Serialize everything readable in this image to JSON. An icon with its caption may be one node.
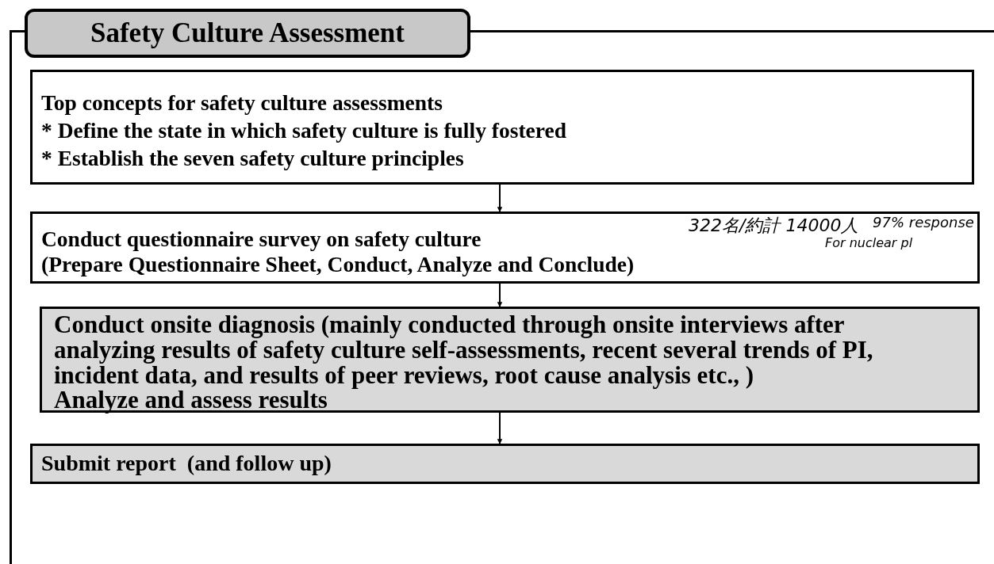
{
  "diagram": {
    "nodes": [
      {
        "text": [
          "Safety Culture Assessment"
        ]
      },
      {
        "text": [
          "Top concepts for safety culture assessments",
          "* Define the state in which safety culture is fully fostered",
          "* Establish the seven safety culture principles"
        ],
        "in": 0
      },
      {
        "text": [
          "Conduct questionnaire survey on safety culture",
          "(Prepare Questionnaire Sheet, Conduct, Analyze and Conclude)"
        ],
        "in": 0
      },
      {
        "text": [
          "Conduct onsite diagnosis (mainly conducted through onsite interviews after analyzing results of safety culture self-assessments, recent several trends of PI, incident data, and results of peer reviews, root cause analysis etc., )",
          "Analyze and assess results"
        ],
        "in": 0
      },
      {
        "text": [
          "Submit report  (and follow up)"
        ],
        "in": 0
      }
    ],
    "edges": [
      {
        "from": 1,
        "to": 2,
        "arrow": "to"
      },
      {
        "from": 2,
        "to": 3,
        "arrow": "to"
      },
      {
        "from": 3,
        "to": 4,
        "arrow": "to"
      }
    ],
    "labels": [
      "322名/約計 14000人",
      "97% response",
      "For nuclear pl"
    ]
  }
}
